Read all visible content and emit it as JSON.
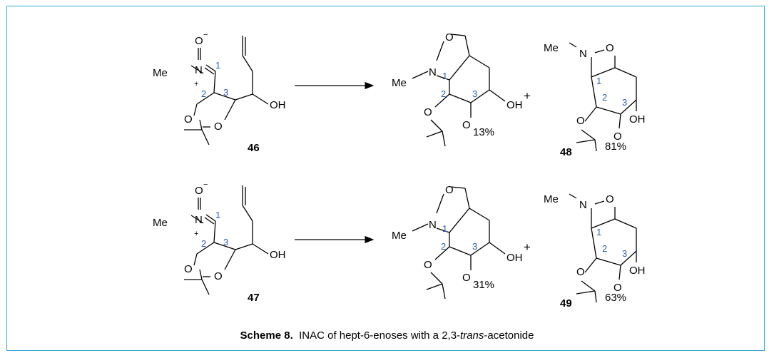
{
  "caption": {
    "label": "Scheme 8.",
    "text_before": "INAC of hept-6-enoses with a 2,3-",
    "text_italic": "trans",
    "text_after": "-acetonide"
  },
  "atoms": {
    "O": "O",
    "N": "N",
    "Me": "Me",
    "OH": "OH",
    "minus": "−",
    "plus_charge": "+"
  },
  "locants": {
    "c1": "1",
    "c2": "2",
    "c3": "3"
  },
  "plus_sign": "+",
  "row1": {
    "reactant": {
      "number": "46"
    },
    "product_a": {
      "yield": "13%"
    },
    "product_b": {
      "number": "48",
      "yield": "81%"
    }
  },
  "row2": {
    "reactant": {
      "number": "47"
    },
    "product_a": {
      "yield": "31%"
    },
    "product_b": {
      "number": "49",
      "yield": "63%"
    }
  },
  "colors": {
    "frame": "#3aa8d8",
    "locant": "#2f5fb0",
    "ink": "#000000"
  }
}
